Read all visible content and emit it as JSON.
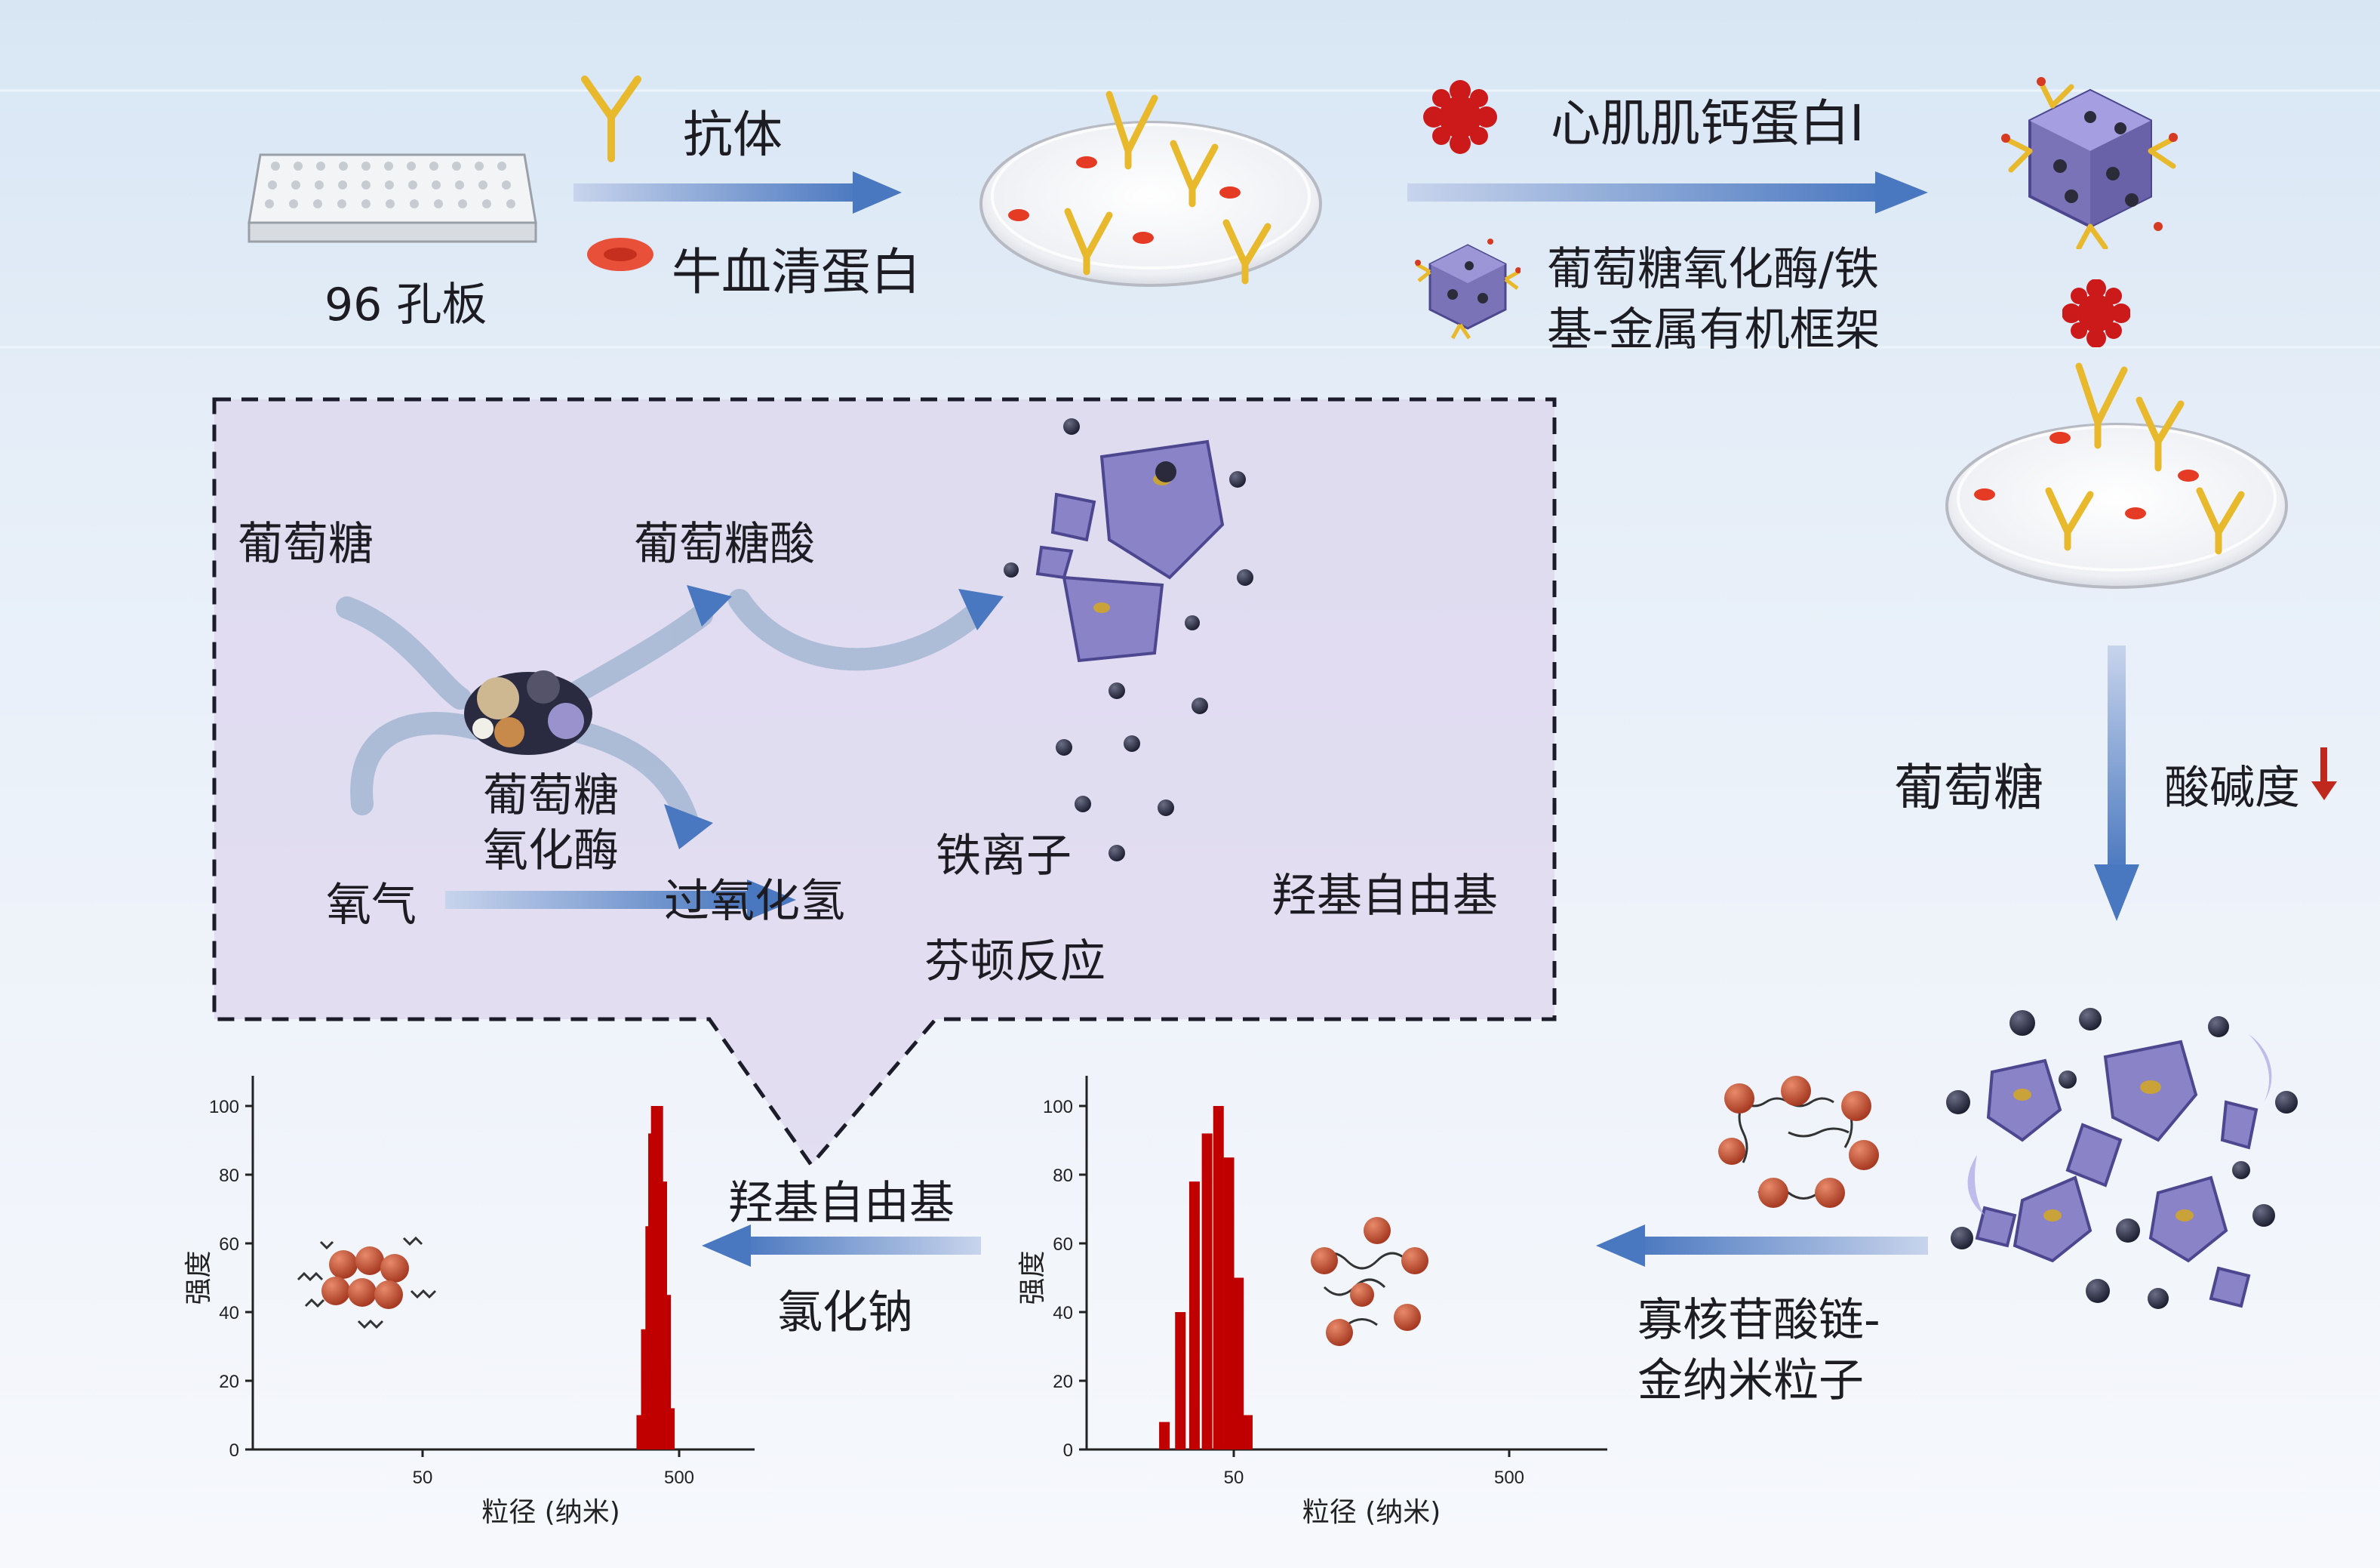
{
  "top_row": {
    "plate_label": "96 孔板",
    "antibody_label": "抗体",
    "bsa_label": "牛血清蛋白",
    "troponin_label": "心肌肌钙蛋白I",
    "gox_mof_label_line1": "葡萄糖氧化酶/铁",
    "gox_mof_label_line2": "基-金属有机框架"
  },
  "right_column": {
    "glucose_label": "葡萄糖",
    "ph_label": "酸碱度"
  },
  "inset": {
    "glucose": "葡萄糖",
    "gluconic_acid": "葡萄糖酸",
    "enzyme_line1": "葡萄糖",
    "enzyme_line2": "氧化酶",
    "oxygen": "氧气",
    "h2o2": "过氧化氢",
    "iron_ion": "铁离子",
    "fenton": "芬顿反应",
    "hydroxyl_radical": "羟基自由基"
  },
  "bottom_row": {
    "oligo_line1": "寡核苷酸链-",
    "oligo_line2": "金纳米粒子",
    "hydroxyl_radical": "羟基自由基",
    "nacl": "氯化钠"
  },
  "colors": {
    "arrow_blue": "#4f7fc4",
    "bar_red": "#c00000",
    "antibody_yellow": "#e8b92c",
    "troponin_red": "#cc1a1a",
    "mof_purple": "#7b73b8",
    "inset_bg": "#ddd6ee"
  },
  "chart_data": [
    {
      "type": "bar",
      "title": "",
      "xlabel": "粒径 (纳米)",
      "ylabel": "强度",
      "x_ticks": [
        "50",
        "500"
      ],
      "y_ticks": [
        "0",
        "20",
        "40",
        "60",
        "80",
        "100"
      ],
      "ylim": [
        0,
        100
      ],
      "x": [
        360,
        375,
        390,
        400,
        410,
        425,
        440,
        455
      ],
      "values": [
        10,
        35,
        65,
        92,
        100,
        78,
        45,
        12
      ]
    },
    {
      "type": "bar",
      "title": "",
      "xlabel": "粒径 (纳米)",
      "ylabel": "强度",
      "x_ticks": [
        "50",
        "500"
      ],
      "y_ticks": [
        "0",
        "20",
        "40",
        "60",
        "80",
        "100"
      ],
      "ylim": [
        0,
        100
      ],
      "x": [
        28,
        32,
        36,
        40,
        44,
        48,
        52,
        56
      ],
      "values": [
        8,
        40,
        78,
        92,
        100,
        85,
        50,
        10
      ]
    }
  ]
}
